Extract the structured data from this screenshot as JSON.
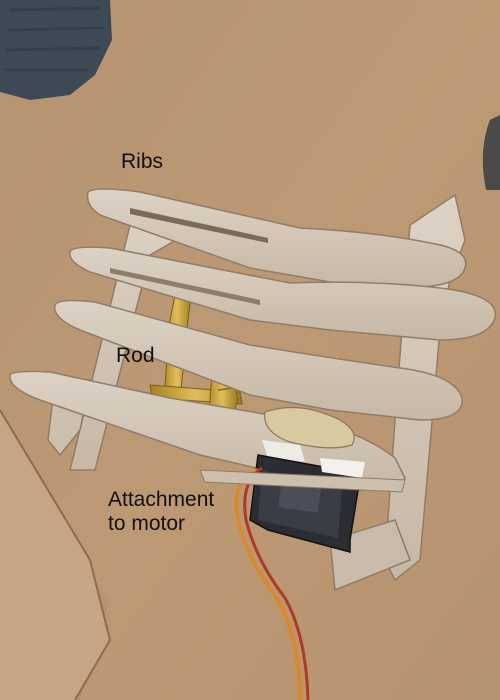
{
  "photo": {
    "labels": {
      "ribs": "Ribs",
      "rod": "Rod",
      "attachment": "Attachment\nto motor"
    },
    "colors": {
      "table": "#b08d6a",
      "cardboard": "#d3c6b6",
      "cardboard_edge": "#8f7d6a",
      "rod_tape": "#c9a23c",
      "servo": "#2b2d33",
      "fabric": "#3e4a55",
      "wire_orange": "#d8892a",
      "wire_red": "#b03a22"
    }
  }
}
